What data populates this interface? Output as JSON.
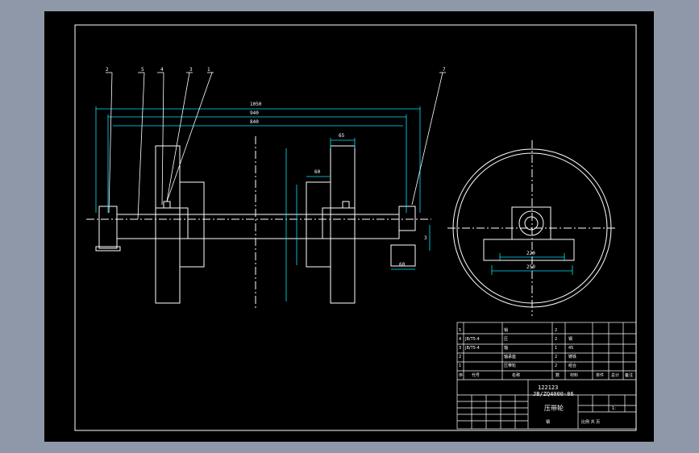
{
  "colors": {
    "background": "#000000",
    "window": "#8f98a8",
    "line": "#ffffff",
    "dimension": "#00ffff",
    "center_line": "#ffffff"
  },
  "balloons": [
    "2",
    "5",
    "4",
    "3",
    "1",
    "7"
  ],
  "dimensions": {
    "overall_1": "1050",
    "overall_2": "940",
    "overall_3": "840",
    "drum_width": "65",
    "hub_width": "60",
    "bracket_h": "3",
    "foot_w": "60",
    "base_220": "220",
    "base_250": "250"
  },
  "title_block": {
    "drawing_no_top": "122123",
    "drawing_no": "JB/ZQ4000-86",
    "name": "压带轮",
    "scale_value": "1:",
    "material_note": "钢",
    "unit_row": "比例  共  页",
    "parts_rows": [
      {
        "no": "5",
        "code": "",
        "name": "销",
        "qty": "2",
        "mat": "",
        "note": ""
      },
      {
        "no": "4",
        "code": "JB/T5-4",
        "name": "压",
        "qty": "2",
        "mat": "钢",
        "note": ""
      },
      {
        "no": "3",
        "code": "JB/T5-4",
        "name": "轴",
        "qty": "1",
        "mat": "45",
        "note": ""
      },
      {
        "no": "2",
        "code": "",
        "name": "轴承座",
        "qty": "2",
        "mat": "铸铁",
        "note": ""
      },
      {
        "no": "1",
        "code": "",
        "name": "压带轮",
        "qty": "2",
        "mat": "组合",
        "note": ""
      }
    ],
    "header_row": [
      "序",
      "代号",
      "名称",
      "数",
      "材料",
      "单件",
      "总计",
      "备注"
    ]
  }
}
